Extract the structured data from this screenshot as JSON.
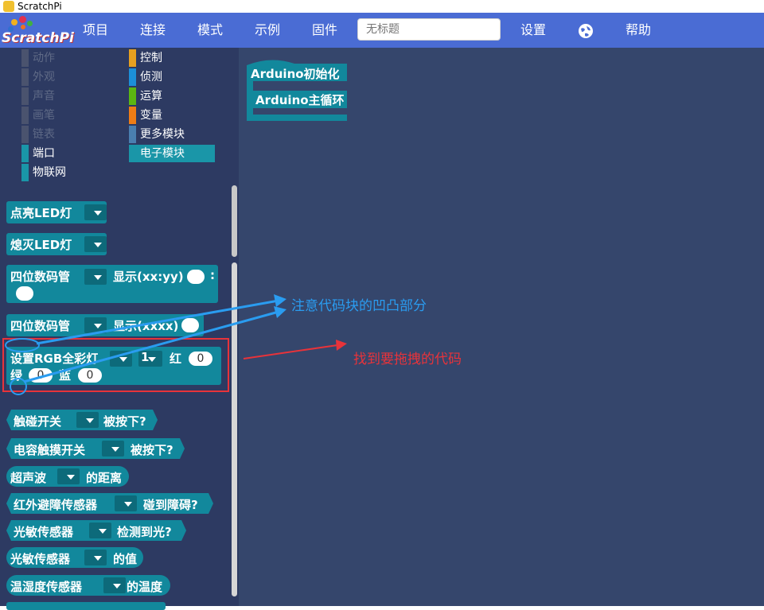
{
  "window": {
    "title": "ScratchPi"
  },
  "logo": {
    "text": "ScratchPi"
  },
  "menu": {
    "items": [
      "项目",
      "连接",
      "模式",
      "示例",
      "固件"
    ],
    "settings": "设置",
    "help": "帮助",
    "project_title_placeholder": "无标题"
  },
  "categories": {
    "left": [
      {
        "label": "动作",
        "state": "disabled"
      },
      {
        "label": "外观",
        "state": "disabled"
      },
      {
        "label": "声音",
        "state": "disabled"
      },
      {
        "label": "画笔",
        "state": "disabled"
      },
      {
        "label": "链表",
        "state": "disabled"
      },
      {
        "label": "端口",
        "state": "enabled",
        "color": "#1a96a8"
      },
      {
        "label": "物联网",
        "state": "enabled",
        "color": "#1a96a8"
      }
    ],
    "right": [
      {
        "label": "控制",
        "color": "#e6a020"
      },
      {
        "label": "侦测",
        "color": "#1c8fd8"
      },
      {
        "label": "运算",
        "color": "#5cb712"
      },
      {
        "label": "变量",
        "color": "#ee7d16"
      },
      {
        "label": "更多模块",
        "color": "#4a7fb0"
      },
      {
        "label": "电子模块",
        "color": "#1a96a8",
        "selected": true
      }
    ]
  },
  "palette": {
    "block_led_on": "点亮LED灯",
    "block_led_off": "熄灭LED灯",
    "block_seg1_a": "四位数码管",
    "block_seg1_b": "显示(xx:yy)",
    "block_seg1_colon": ":",
    "block_seg2_a": "四位数码管",
    "block_seg2_b": "显示(xxxx)",
    "block_rgb_a": "设置RGB全彩灯",
    "block_rgb_index": "1",
    "block_rgb_red": "红",
    "block_rgb_red_val": "0",
    "block_rgb_green": "绿",
    "block_rgb_green_val": "0",
    "block_rgb_blue": "蓝",
    "block_rgb_blue_val": "0",
    "touch_a": "触碰开关",
    "touch_b": "被按下?",
    "cap_a": "电容触摸开关",
    "cap_b": "被按下?",
    "ultra_a": "超声波",
    "ultra_b": "的距离",
    "ir_a": "红外避障传感器",
    "ir_b": "碰到障碍?",
    "light1_a": "光敏传感器",
    "light1_b": "检测到光?",
    "light2_a": "光敏传感器",
    "light2_b": "的值",
    "temp_a": "温湿度传感器",
    "temp_b": "的温度"
  },
  "workspace": {
    "init_block": "Arduino初始化",
    "loop_block": "Arduino主循环"
  },
  "annotations": {
    "blue_note": "注意代码块的凹凸部分",
    "red_note": "找到要拖拽的代码"
  }
}
